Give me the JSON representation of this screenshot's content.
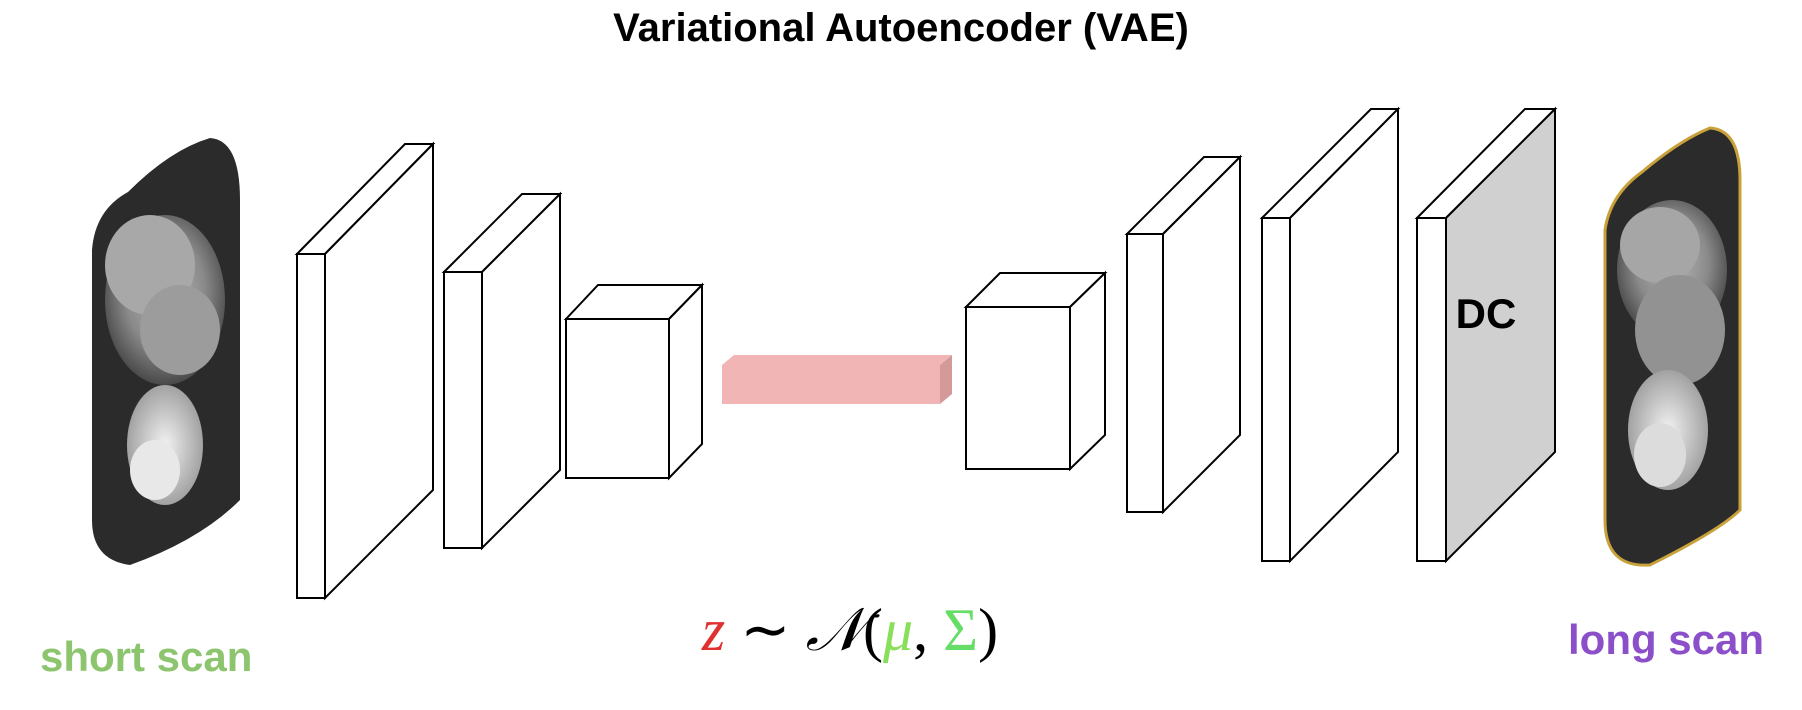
{
  "title": "Variational Autoencoder (VAE)",
  "input_label": "short scan",
  "output_label": "long scan",
  "decoder_block_label": "DC",
  "formula": {
    "variable": "z",
    "relation": "∼",
    "distribution": "𝒩",
    "open_paren": "(",
    "mean": "μ",
    "comma": ",",
    "covariance": "Σ",
    "close_paren": ")"
  },
  "colors": {
    "input_label": "#8dc56e",
    "output_label": "#8a4fc9",
    "variable": "#e03030",
    "mean": "#88e05a",
    "covariance": "#66dd66",
    "latent": "#f2b5b5",
    "latent_side": "#d49a9a",
    "dc_face": "#d0d0d0",
    "output_border": "#c9a13a"
  }
}
